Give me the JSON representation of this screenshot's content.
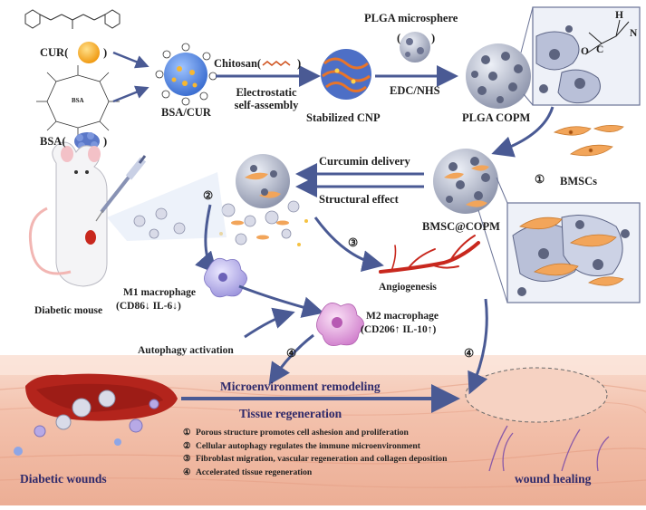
{
  "molecules": {
    "cur_label": "CUR(",
    "cur_close": ")",
    "bsa_center": "BSA",
    "bsa_label": "BSA(",
    "bsa_close": ")"
  },
  "steps": {
    "bsa_cur": "BSA/CUR",
    "electrostatic_line1": "Electrostatic",
    "electrostatic_line2": "self-assembly",
    "chitosan": "Chitosan(",
    "chitosan_close": ")",
    "stabilized_cnp": "Stabilized CNP",
    "plga_microsphere": "PLGA microsphere",
    "edc_nhs": "EDC/NHS",
    "plga_copm": "PLGA COPM",
    "bmscs": "BMSCs",
    "bmsc_copm": "BMSC@COPM",
    "curcumin_delivery": "Curcumin delivery",
    "structural_effect": "Structural effect"
  },
  "bonds": {
    "o": "O",
    "h": "H",
    "n": "N",
    "c": "C"
  },
  "biology": {
    "diabetic_mouse": "Diabetic mouse",
    "m1_line1": "M1 macrophage",
    "m1_line2": "(CD86↓ IL-6↓)",
    "m2_line1": "M2 macrophage",
    "m2_line2": "(CD206↑ IL-10↑)",
    "angiogenesis": "Angiogenesis",
    "autophagy": "Autophagy activation",
    "microenvironment": "Microenvironment remodeling",
    "tissue_regeneration": "Tissue regeneration",
    "diabetic_wounds": "Diabetic wounds",
    "wound_healing": "wound healing"
  },
  "markers": {
    "one": "①",
    "two": "②",
    "three": "③",
    "four": "④"
  },
  "outcomes": [
    {
      "num": "①",
      "text": "Porous structure promotes cell ashesion and proliferation"
    },
    {
      "num": "②",
      "text": "Cellular autophagy regulates the immune microenvironment"
    },
    {
      "num": "③",
      "text": "Fibroblast migration, vascular regeneration and collagen deposition"
    },
    {
      "num": "④",
      "text": "Accelerated tissue regeneration"
    }
  ],
  "colors": {
    "arrow": "#4a5a94",
    "cur_orange": "#f5a623",
    "bsa_blue": "#5b78c8",
    "m1_purple": "#a9a3e0",
    "m2_pink": "#d98ad4",
    "bmsc_orange": "#f2a55a",
    "vessel_red": "#c8281e",
    "wound_red": "#b3241c",
    "skin": "#f3c8b6"
  }
}
